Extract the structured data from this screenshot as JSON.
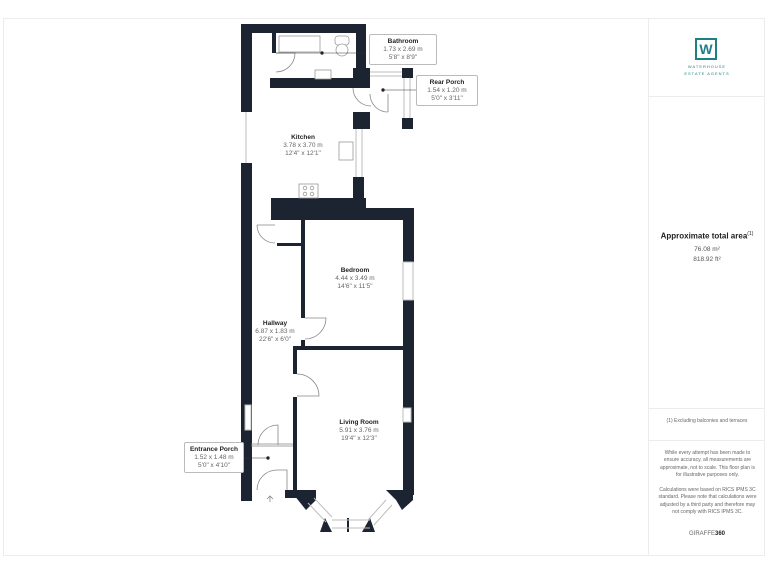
{
  "brand": {
    "logo_letter": "W",
    "line1": "WATERHOUSE",
    "line2": "ESTATE AGENTS",
    "color": "#1f7f86"
  },
  "area": {
    "title": "Approximate total area",
    "footnote_marker": "(1)",
    "metric": "76.08 m²",
    "imperial": "818.92 ft²"
  },
  "notes": {
    "exclusion": "(1) Excluding balconies and terraces",
    "disclaimer": "While every attempt has been made to ensure accuracy, all measurements are approximate, not to scale. This floor plan is for illustrative purposes only.",
    "calculation": "Calculations were based on RICS IPMS 3C standard. Please note that calculations were adjusted by a third party and therefore may not comply with RICS IPMS 3C.",
    "credit_prefix": "GIRAFFE",
    "credit_suffix": "360"
  },
  "rooms": [
    {
      "name": "Bathroom",
      "metric": "1.73 x 2.69 m",
      "imperial": "5'8\" x 8'9\""
    },
    {
      "name": "Rear Porch",
      "metric": "1.54 x 1.20 m",
      "imperial": "5'0\" x 3'11\""
    },
    {
      "name": "Kitchen",
      "metric": "3.78 x 3.70 m",
      "imperial": "12'4\" x 12'1\""
    },
    {
      "name": "Bedroom",
      "metric": "4.44 x 3.49 m",
      "imperial": "14'6\" x 11'5\""
    },
    {
      "name": "Hallway",
      "metric": "6.87 x 1.83 m",
      "imperial": "22'6\" x 6'0\""
    },
    {
      "name": "Living Room",
      "metric": "5.91 x 3.76 m",
      "imperial": "19'4\" x 12'3\""
    },
    {
      "name": "Entrance Porch",
      "metric": "1.52 x 1.48 m",
      "imperial": "5'0\" x 4'10\""
    }
  ],
  "colors": {
    "wall": "#1c2431",
    "window": "#c8c8c8",
    "border": "#ececec"
  }
}
